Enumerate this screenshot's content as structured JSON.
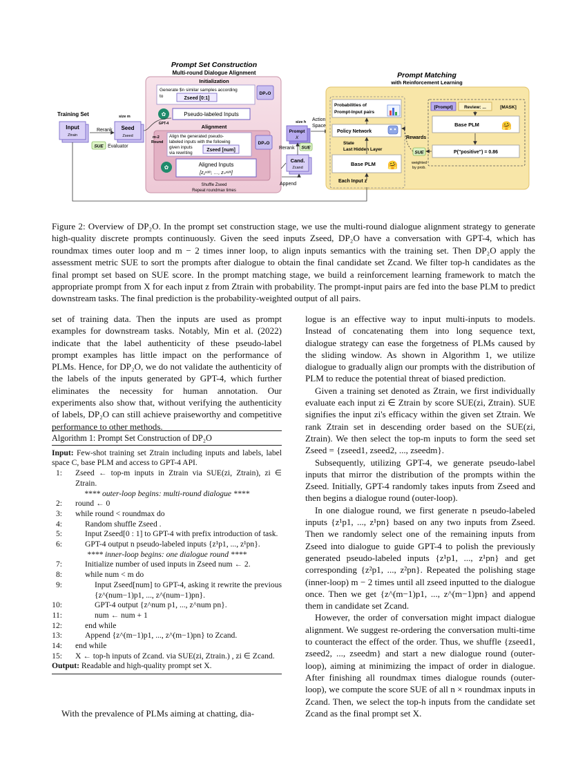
{
  "figure": {
    "prompt_set_construction": {
      "title": "Prompt Set Construction",
      "subtitle": "Multi-round Dialogue Alignment",
      "initialization_label": "Initialization",
      "init_text_1": "Generate $n similar samples according",
      "init_text_2": "to",
      "zseed_01": "Zseed [0:1]",
      "dp2o_label": "DP₂O",
      "gpt4_label": "GPT-4",
      "pseudo_labeled_inputs": "Pseudo-labeled Inputs",
      "alignment_label": "Alignment",
      "m2_round": "m-2\nRound",
      "align_text_1": "Align the generated pseudo-",
      "align_text_2": "labeled inputs with the following",
      "align_text_3": "given inputs",
      "align_text_4": "via rewriting",
      "zseed_num": "Zseed [num]",
      "aligned_inputs": "Aligned Inputs",
      "aligned_math": "[z₁ⁿᵘᵐ, …, zₙⁿᵘᵐ]",
      "shuffle": "Shuffle Zseed",
      "repeat": "Repeat roundmax times"
    },
    "left": {
      "training_set": "Training Set",
      "input": "Input",
      "z_train": "Ztrain",
      "rerank": "Rerank",
      "size_m": "size m",
      "seed": "Seed",
      "z_seed": "Zseed",
      "sue": "SUE",
      "evaluator": "Evaluator"
    },
    "middle": {
      "size_h": "size h",
      "prompt": "Prompt",
      "x": "X",
      "action_space": "Action\nSpace",
      "rerank": "Rerank",
      "sue": "SUE",
      "cand": "Cand.",
      "z_cand": "Zcand",
      "append": "Append"
    },
    "prompt_matching": {
      "title": "Prompt Matching",
      "subtitle": "with Reinforcement Learning",
      "probabilities": "Probabilities of",
      "prompt_input_pairs": "Prompt-Input pairs",
      "policy_network": "Policy Network",
      "state": "State",
      "last_hidden_layer": "Last Hidden Layer",
      "base_plm_left": "Base PLM",
      "rewards": "Rewards",
      "prompt_tag": "[Prompt]",
      "review_tag": "Review: ...",
      "mask_tag": "[MASK]",
      "base_plm_right": "Base PLM",
      "p_positive": "P(\"positive\") = 0.86",
      "sue": "SUE",
      "weighted": "weighted",
      "by_prob": "by prob.",
      "each_input": "Each Input z"
    }
  },
  "caption": "Figure 2: Overview of DP₂O. In the prompt set construction stage, we use the multi-round dialogue alignment strategy to generate high-quality discrete prompts continuously. Given the seed inputs Zseed, DP₂O have a conversation with GPT-4, which has roundmax times outer loop and m − 2 times inner loop, to align inputs semantics with the training set. Then DP₂O apply the assessment metric SUE to sort the prompts after dialogue to obtain the final candidate set Zcand. We filter top-h candidates as the final prompt set based on SUE score. In the prompt matching stage, we build a reinforcement learning framework to match the appropriate prompt from X for each input z from Ztrain with probability. The prompt-input pairs are fed into the base PLM to predict downstream tasks. The final prediction is the probability-weighted output of all pairs.",
  "left_column": {
    "p1": "set of training data. Then the inputs are used as prompt examples for downstream tasks. Notably, Min et al. (2022) indicate that the label authenticity of these pseudo-label prompt examples has little impact on the performance of PLMs. Hence, for DP₂O, we do not validate the authenticity of the labels of the inputs generated by GPT-4, which further eliminates the necessity for human annotation. Our experiments also show that, without verifying the authenticity of labels, DP₂O can still achieve praiseworthy and competitive performance to other methods.",
    "p_bottom": "With the prevalence of PLMs aiming at chatting, dia-"
  },
  "algorithm": {
    "title": "Algorithm 1: Prompt Set Construction of DP₂O",
    "input_label": "Input:",
    "input_text": "Few-shot training set Ztrain including inputs and labels, label space C, base PLM and access to GPT-4 API.",
    "lines": [
      {
        "n": "1:",
        "indent": 0,
        "text": "Zseed ← top-m inputs in Ztrain via SUE(zi, Ztrain), zi ∈ Ztrain."
      },
      {
        "n": "",
        "indent": -1,
        "text": "**** outer-loop begins: multi-round dialogue ****"
      },
      {
        "n": "2:",
        "indent": 0,
        "text": "round ← 0"
      },
      {
        "n": "3:",
        "indent": 0,
        "text": "while round < roundmax do"
      },
      {
        "n": "4:",
        "indent": 1,
        "text": "Random shuffle Zseed ."
      },
      {
        "n": "5:",
        "indent": 1,
        "text": "Input Zseed[0 : 1] to GPT-4 with prefix introduction of task."
      },
      {
        "n": "6:",
        "indent": 1,
        "text": "GPT-4 output n pseudo-labeled inputs {z¹p1, ..., z¹pn}."
      },
      {
        "n": "",
        "indent": -1,
        "text": "**** inner-loop begins: one dialogue round ****"
      },
      {
        "n": "7:",
        "indent": 1,
        "text": "Initialize number of used inputs in Zseed num ← 2."
      },
      {
        "n": "8:",
        "indent": 1,
        "text": "while num < m do"
      },
      {
        "n": "9:",
        "indent": 2,
        "text": "Input Zseed[num] to GPT-4, asking it rewrite the previous {z^(num−1)p1, ..., z^(num−1)pn}."
      },
      {
        "n": "10:",
        "indent": 2,
        "text": "GPT-4 output {z^num p1, ..., z^num pn}."
      },
      {
        "n": "11:",
        "indent": 2,
        "text": "num ← num + 1"
      },
      {
        "n": "12:",
        "indent": 1,
        "text": "end while"
      },
      {
        "n": "13:",
        "indent": 1,
        "text": "Append {z^(m−1)p1, ..., z^(m−1)pn} to Zcand."
      },
      {
        "n": "14:",
        "indent": 0,
        "text": "end while"
      },
      {
        "n": "15:",
        "indent": 0,
        "text": "X ← top-h inputs of Zcand. via SUE(zi, Ztrain.) , zi ∈ Zcand."
      }
    ],
    "output_label": "Output:",
    "output_text": "Readable and high-quality prompt set X."
  },
  "right_column": {
    "p1": "logue is an effective way to input multi-inputs to models. Instead of concatenating them into long sequence text, dialogue strategy can ease the forgetness of PLMs caused by the sliding window. As shown in Algorithm 1, we utilize dialogue to gradually align our prompts with the distribution of PLM to reduce the potential threat of biased prediction.",
    "p2": "Given a training set denoted as Ztrain, we first individually evaluate each input zi ∈ Ztrain by score SUE(zi, Ztrain). SUE signifies the input zi's efficacy within the given set Ztrain. We rank Ztrain set in descending order based on the SUE(zi, Ztrain). We then select the top-m inputs to form the seed set Zseed = {zseed1, zseed2, ..., zseedm}.",
    "p3": "Subsequently, utilizing GPT-4, we generate pseudo-label inputs that mirror the distribution of the prompts within the Zseed. Initially, GPT-4 randomly takes inputs from Zseed and then begins a dialogue round (outer-loop).",
    "p4": "In one dialogue round, we first generate n pseudo-labeled inputs {z¹p1, ..., z¹pn} based on any two inputs from Zseed. Then we randomly select one of the remaining inputs from Zseed into dialogue to guide GPT-4 to polish the previously generated pseudo-labeled inputs {z¹p1, ..., z¹pn} and get corresponding {z²p1, ..., z²pn}. Repeated the polishing stage (inner-loop) m − 2 times until all zseed inputted to the dialogue once. Then we get {z^(m−1)p1, ..., z^(m−1)pn} and append them in candidate set Zcand.",
    "p5": "However, the order of conversation might impact dialogue alignment. We suggest re-ordering the conversation multi-time to counteract the effect of the order. Thus, we shuffle {zseed1, zseed2, ..., zseedm} and start a new dialogue round (outer-loop), aiming at minimizing the impact of order in dialogue. After finishing all roundmax times dialogue rounds (outer-loop), we compute the score SUE of all n × roundmax inputs in Zcand. Then, we select the top-h inputs from the candidate set Zcand as the final prompt set X."
  },
  "colors": {
    "pink_panel": "#f4d9e1",
    "pink_inner": "#e8b7c8",
    "yellow_panel": "#f8e6a8",
    "purple_box": "#c9bff0",
    "purple_border": "#6e5cc4",
    "green_gpt": "#1f8a6b"
  }
}
